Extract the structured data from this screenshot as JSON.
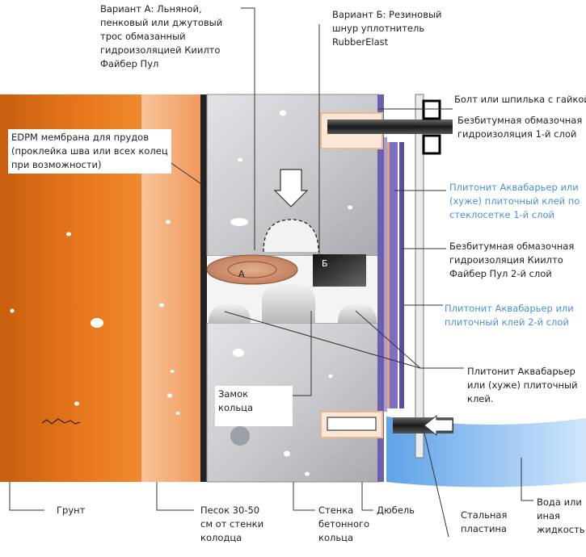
{
  "labels": {
    "variant_a": [
      "Вариант А:  Льняной,",
      "пенковый или джутовый",
      "трос обмазанный",
      "гидроизоляцией Киилто",
      "Файбер Пул"
    ],
    "variant_b": [
      "Вариант Б: Резиновый",
      "шнур уплотнитель",
      "RubberElast"
    ],
    "bolt": "Болт или шпилька с гайкой",
    "coating1": [
      "Безбитумная обмазочная",
      "гидроизоляция 1-й слой"
    ],
    "edpm": [
      "EDPM мембрана для прудов",
      "(проклейка шва или всех колец",
      "при возможности)"
    ],
    "plitonit1": [
      "Плитонит Аквабарьер  или",
      "(хуже) плиточный клей по",
      "стеклосетке 1-й слой"
    ],
    "coating2": [
      "Безбитумная обмазочная",
      "гидроизоляция Киилто",
      "Файбер Пул 2-й слой"
    ],
    "plitonit2": [
      "Плитонит Аквабарьер  или",
      "плиточный клей 2-й слой"
    ],
    "plitonit3": [
      "Плитонит Аквабарьер",
      "или (хуже) плиточный",
      "клей."
    ],
    "lock": [
      "Замок",
      "кольца"
    ],
    "ground": "Грунт",
    "sand": [
      "Песок 30-50",
      "см от стенки",
      "колодца"
    ],
    "wall": [
      "Стенка",
      "бетонного",
      "кольца"
    ],
    "dowel": "Дюбель",
    "plate": [
      "Стальная",
      "пластина"
    ],
    "water": [
      "Вода или",
      "иная",
      "жидкость"
    ],
    "marker_a": "А",
    "marker_b": "Б"
  }
}
